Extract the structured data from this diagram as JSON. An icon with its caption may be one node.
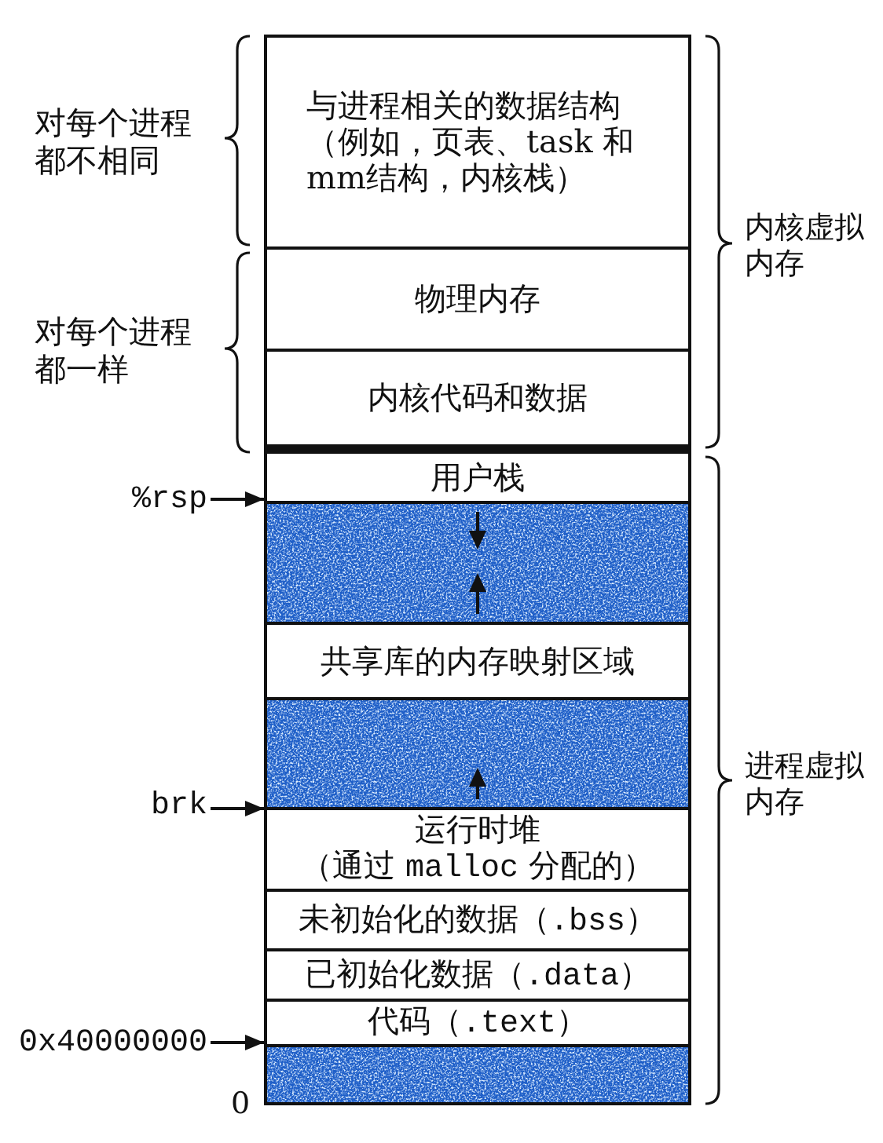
{
  "diagram": {
    "nodes": [
      {
        "text": [
          "与进程相关的数据结构",
          "（例如，页表、task 和mm结构，内核栈）"
        ]
      },
      {
        "text": [
          "物理内存"
        ]
      },
      {
        "text": [
          "内核代码和数据"
        ]
      },
      {
        "text": [
          "用户栈"
        ]
      },
      {
        "text": [],
        "shape": "box"
      },
      {
        "text": [
          "共享库的内存映射区域"
        ]
      },
      {
        "text": [],
        "shape": "box"
      },
      {
        "text": [
          "运行时堆",
          "（通过 malloc 分配的）"
        ]
      },
      {
        "text": [
          "未初始化的数据（.bss）"
        ]
      },
      {
        "text": [
          "已初始化数据（.data）"
        ]
      },
      {
        "text": [
          "代码（.text）"
        ]
      },
      {
        "text": [],
        "shape": "box"
      },
      {
        "text": [
          "%rsp"
        ]
      },
      {
        "text": [
          "brk"
        ]
      },
      {
        "text": [
          "0x40000000"
        ]
      }
    ],
    "edges": [
      {
        "from": 12,
        "to": 3,
        "arrow": "to"
      },
      {
        "from": 13,
        "to": 7,
        "arrow": "to"
      },
      {
        "from": 14,
        "to": 10,
        "arrow": "to"
      }
    ],
    "labels": [
      "对每个进程都不相同",
      "内核虚拟内存",
      "对每个进程都一样",
      "进程虚拟内存",
      "0"
    ]
  }
}
